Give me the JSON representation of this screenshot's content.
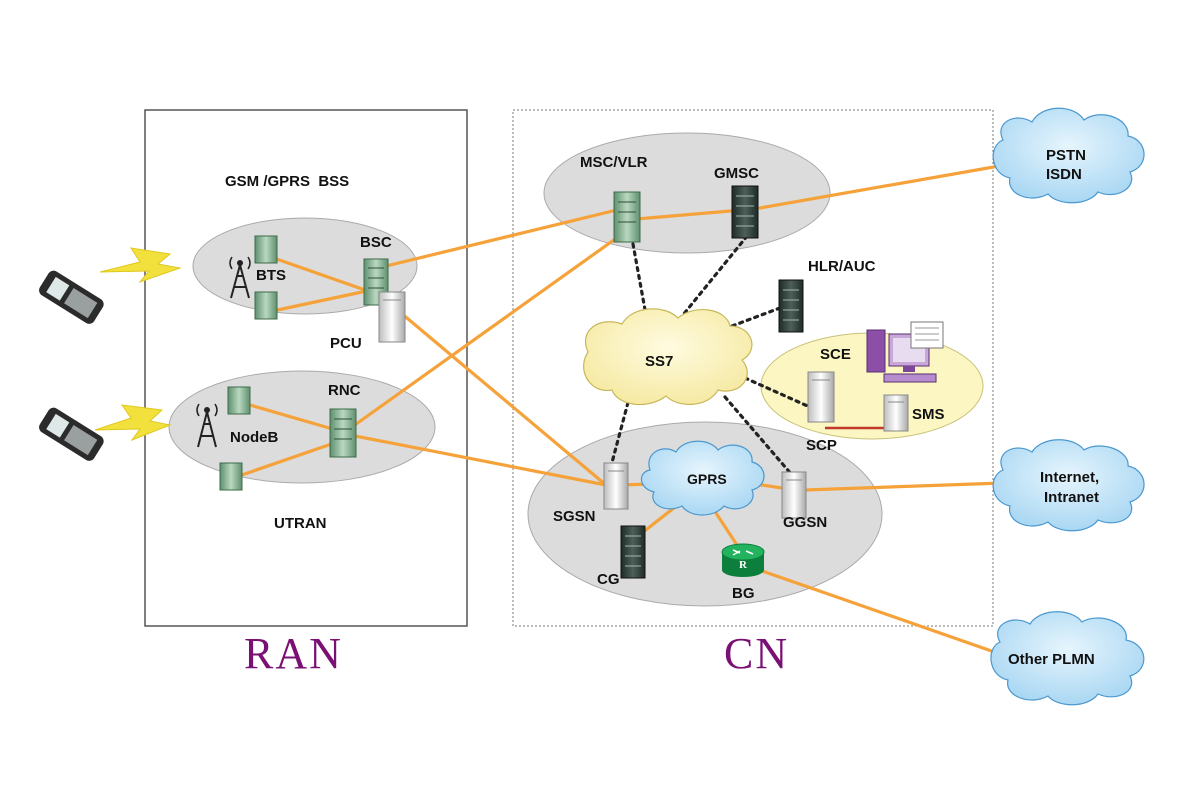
{
  "domains": {
    "ran": {
      "label": "RAN",
      "bss_label": "GSM /GPRS  BSS",
      "utran_label": "UTRAN"
    },
    "cn": {
      "label": "CN"
    }
  },
  "nodes": {
    "bts": "BTS",
    "bsc": "BSC",
    "pcu": "PCU",
    "nodeb": "NodeB",
    "rnc": "RNC",
    "msc_vlr": "MSC/VLR",
    "gmsc": "GMSC",
    "hlr_auc": "HLR/AUC",
    "ss7": "SS7",
    "sce": "SCE",
    "scp": "SCP",
    "sms": "SMS",
    "sgsn": "SGSN",
    "gprs": "GPRS",
    "ggsn": "GGSN",
    "cg": "CG",
    "bg": "BG",
    "bg_router_mark": "R"
  },
  "external_networks": {
    "pstn_line1": "PSTN",
    "pstn_line2": "ISDN",
    "internet_line1": "Internet,",
    "internet_line2": "Intranet",
    "other_plmn": "Other PLMN"
  },
  "colors": {
    "link": "#f6a23a",
    "signaling": "#222222",
    "cloud_blue": "#bfe3f7",
    "cloud_yellow": "#fbf3b3",
    "ellipse_grey": "#dcdcdc",
    "ran_cn_label": "#7a0f74",
    "lightning": "#f2e13c"
  },
  "icons": [
    "mobile-phone-icon",
    "lightning-icon",
    "antenna-tower-icon",
    "server-rack-icon",
    "server-tower-icon",
    "router-icon",
    "workstation-icon",
    "cloud-icon"
  ]
}
